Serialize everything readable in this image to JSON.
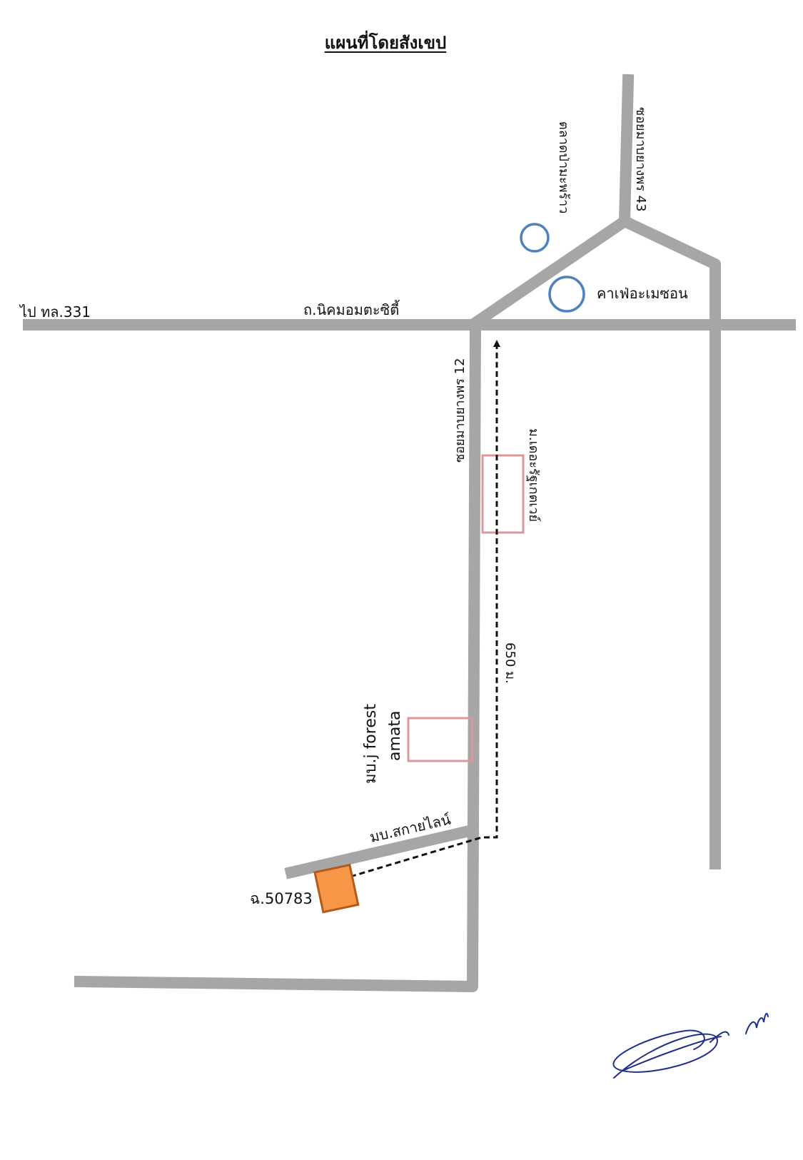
{
  "title": "แผนที่โดยสังเขป",
  "colors": {
    "road": "#a6a6a6",
    "route_arrow": "#111111",
    "landmark_circle": "#4f81bd",
    "village_box": "#d9999b",
    "target_plot_fill": "#f79646",
    "target_plot_stroke": "#b05a1c",
    "signature": "#1f2f8a"
  },
  "labels": {
    "to_highway": "ไป ทล.331",
    "main_road": "ถ.นิคมอมตะซิตี้",
    "market": "ตลาดป่ามะพร้าว",
    "soi_43": "ซอยมาบยางพร 43",
    "cafe": "คาเฟ่อะเมซอน",
    "soi_12": "ซอยมาบยางพร 12",
    "village_1": "ม.เดอะรัฐเกตเวย์",
    "distance": "650 ม.",
    "village_forest_line1": "มบ.j forest",
    "village_forest_line2": "amata",
    "village_skyline": "มบ.สกายไลน์",
    "plot_id": "ฉ.50783"
  },
  "icons": {
    "landmark": "circle-marker-icon",
    "target": "orange-plot-icon",
    "signature": "signature-mark"
  }
}
